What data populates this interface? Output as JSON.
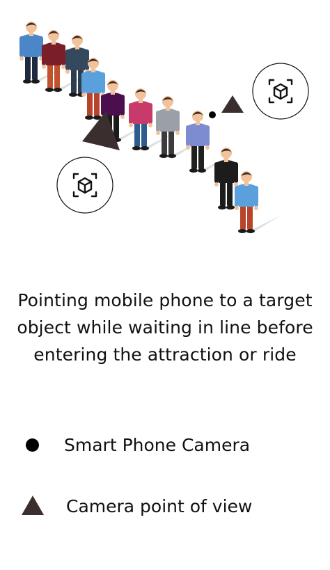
{
  "caption": "Pointing mobile phone to a target object while waiting in line before entering the attraction or ride",
  "legend": {
    "items": [
      {
        "marker": "circle",
        "label": "Smart Phone Camera"
      },
      {
        "marker": "triangle",
        "label": "Camera point of view"
      }
    ]
  },
  "colors": {
    "marker": "#000000",
    "triangle": "#3b2e2e",
    "text": "#111111",
    "shadow": "#d9d9d9"
  },
  "icons": [
    "ar-cube-scan-icon",
    "ar-cube-scan-icon"
  ],
  "queue": {
    "people": [
      {
        "name": "person-1",
        "shirt": "#4a86c8",
        "pants": "#1e2a3f"
      },
      {
        "name": "person-2",
        "shirt": "#7a1e2a",
        "pants": "#c2512d"
      },
      {
        "name": "person-3",
        "shirt": "#34495e",
        "pants": "#2c3e50"
      },
      {
        "name": "person-4",
        "shirt": "#5aa0dc",
        "pants": "#b8452b"
      },
      {
        "name": "person-5",
        "shirt": "#4b0f4f",
        "pants": "#1b1b1b"
      },
      {
        "name": "person-6",
        "shirt": "#c83a6a",
        "pants": "#2f5c8f"
      },
      {
        "name": "person-7",
        "shirt": "#9aa0a6",
        "pants": "#3c3c3c"
      },
      {
        "name": "person-8",
        "shirt": "#7d8bd0",
        "pants": "#202020"
      },
      {
        "name": "person-9",
        "shirt": "#1c1c1c",
        "pants": "#1c1c1c"
      },
      {
        "name": "person-10",
        "shirt": "#5aa0dc",
        "pants": "#b8452b"
      }
    ]
  }
}
